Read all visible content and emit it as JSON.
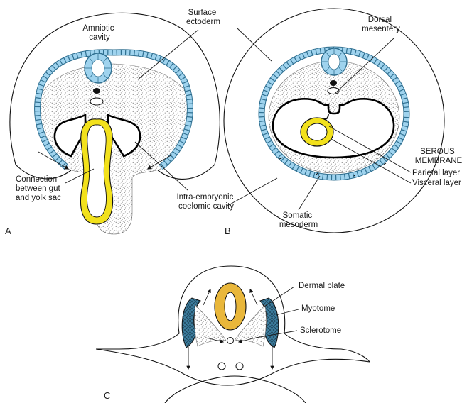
{
  "panels": {
    "a": "A",
    "b": "B",
    "c": "C"
  },
  "labels": {
    "amniotic_cavity": [
      "Amniotic",
      "cavity"
    ],
    "surface_ectoderm": [
      "Surface",
      "ectoderm"
    ],
    "connection_gut_yolk": [
      "Connection",
      "between gut",
      "and yolk sac"
    ],
    "intra_embryonic_coelomic_cavity": [
      "Intra-embryonic",
      "coelomic cavity"
    ],
    "dorsal_mesentery": [
      "Dorsal",
      "mesentery"
    ],
    "serous_membrane": [
      "SEROUS",
      "MEMBRANE"
    ],
    "parietal_layer": "Parietal layer",
    "visceral_layer": "Visceral layer",
    "somatic_mesoderm": [
      "Somatic",
      "mesoderm"
    ],
    "dermal_plate": "Dermal plate",
    "myotome": "Myotome",
    "sclerotome": "Sclerotome"
  },
  "colors": {
    "ectoderm_fill": "#9fd3ee",
    "ectoderm_edge": "#2f6f90",
    "serous_yellow": "#f2e11c",
    "dermal_gold": "#e9b73b",
    "myotome_blue": "#3e7fa0"
  }
}
